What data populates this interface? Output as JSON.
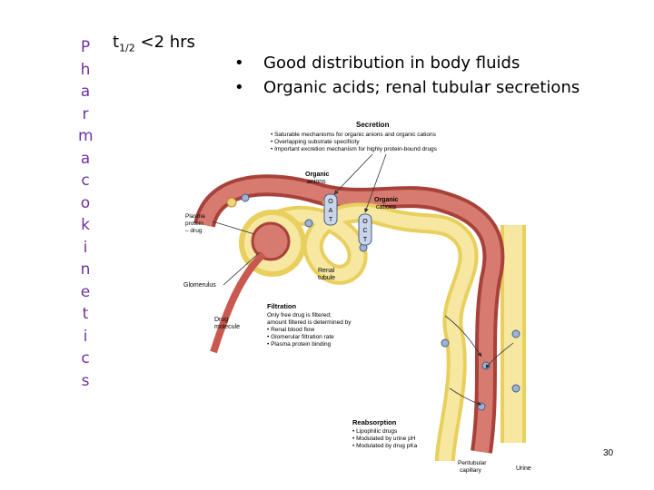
{
  "title_letters": [
    "P",
    "h",
    "a",
    "r",
    "m",
    "a",
    "c",
    "o",
    "k",
    "i",
    "n",
    "e",
    "t",
    "i",
    "c",
    "s"
  ],
  "half_life": {
    "base": "t",
    "sub": "1/2",
    "rest": " <2 hrs"
  },
  "bullets": [
    "Good distribution in body fluids",
    "Organic acids; renal tubular secretions"
  ],
  "figure": {
    "secretion": {
      "heading": "Secretion",
      "items": [
        "• Saturable mechanisms for organic anions and organic cations",
        "• Overlapping substrate specificity",
        "• Important excretion mechanism for highly protein-bound drugs"
      ]
    },
    "organic_anions": [
      "Organic",
      "anions"
    ],
    "organic_cations": [
      "Organic",
      "cations"
    ],
    "oat": [
      "O",
      "A",
      "T"
    ],
    "oct": [
      "O",
      "C",
      "T"
    ],
    "plasma_protein_drug": [
      "Plasma",
      "protein",
      "– drug"
    ],
    "glomerulus": "Glomerulus",
    "renal_tubule": [
      "Renal",
      "tubule"
    ],
    "drug_molecule": [
      "Drug",
      "molecule"
    ],
    "filtration": {
      "heading": "Filtration",
      "items": [
        "Only free drug is filtered;",
        "amount filtered is determined by",
        "• Renal blood flow",
        "• Glomerular filtration rate",
        "• Plasma protein binding"
      ]
    },
    "reabsorption": {
      "heading": "Reabsorption",
      "items": [
        "• Lipophilic drugs",
        "• Modulated by urine pH",
        "• Modulated by drug pKa"
      ]
    },
    "peritubular_capillary": [
      "Peritubular",
      "capillary"
    ],
    "urine": "Urine"
  },
  "slide_number": "30",
  "colors": {
    "title": "#7030a0",
    "vessel": "#c9584f",
    "tubule": "#f1dc7a"
  }
}
